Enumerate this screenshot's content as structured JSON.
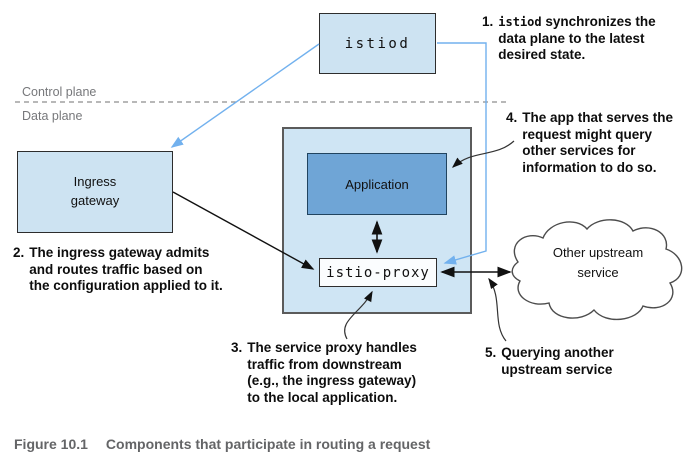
{
  "planes": {
    "control": "Control plane",
    "data": "Data plane"
  },
  "boxes": {
    "istiod": "istiod",
    "ingress_gateway": "Ingress\ngateway",
    "application": "Application",
    "istio_proxy": "istio-proxy",
    "upstream_cloud": "Other upstream\nservice"
  },
  "notes": {
    "n1": {
      "num": "1.",
      "code": "istiod",
      "rest": " synchronizes the\ndata plane to the latest\ndesired state."
    },
    "n2": {
      "num": "2.",
      "text": "The ingress gateway admits\nand routes traffic based on\nthe configuration applied to it."
    },
    "n3": {
      "num": "3.",
      "text": "The service proxy handles\ntraffic from downstream\n(e.g., the ingress gateway)\nto the local application."
    },
    "n4": {
      "num": "4.",
      "text": "The app that serves the\nrequest might query\nother services for\ninformation to do so."
    },
    "n5": {
      "num": "5.",
      "text": "Querying another\nupstream service"
    }
  },
  "caption": {
    "label": "Figure 10.1",
    "text": "Components that participate in routing a request"
  },
  "colors": {
    "light_box_fill": "#cde3f2",
    "pod_fill": "#cfe5f4",
    "application_fill": "#6fa5d6",
    "proxy_fill": "#fbfdfe",
    "control_plane_link_blue": "#72b1ee",
    "dark_border": "#2d2d2d",
    "pod_border": "#5b5b5b",
    "gray_label": "#77787b",
    "caption_gray": "#646567"
  }
}
